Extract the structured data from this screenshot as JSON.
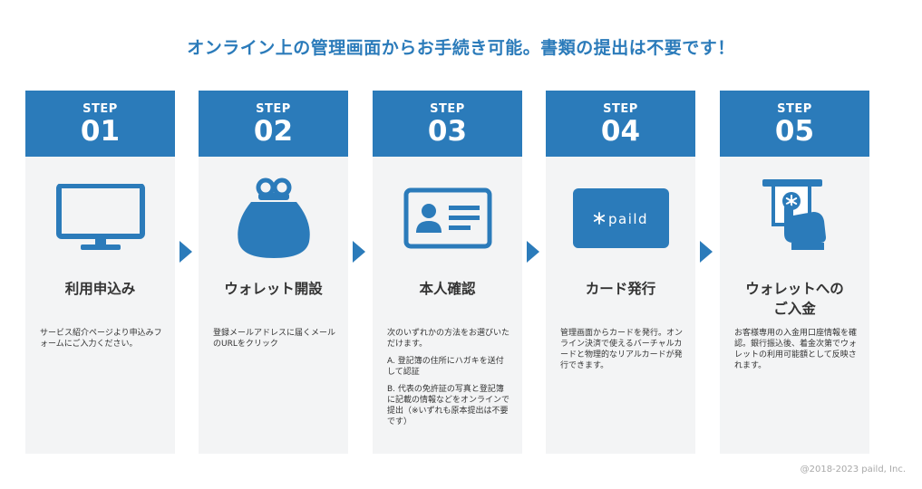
{
  "headline": "オンライン上の管理画面からお手続き可能。書類の提出は不要です！",
  "steps": [
    {
      "step_word": "STEP",
      "number": "01",
      "icon": "monitor-icon",
      "title": "利用申込み",
      "desc": [
        "サービス紹介ページより申込みフォームにご入力ください。"
      ]
    },
    {
      "step_word": "STEP",
      "number": "02",
      "icon": "wallet-purse-icon",
      "title": "ウォレット開設",
      "desc": [
        "登録メールアドレスに届くメールのURLをクリック"
      ]
    },
    {
      "step_word": "STEP",
      "number": "03",
      "icon": "id-card-icon",
      "title": "本人確認",
      "desc": [
        "次のいずれかの方法をお選びいただけます。",
        "A. 登記簿の住所にハガキを送付して認証",
        "B. 代表の免許証の写真と登記簿に記載の情報などをオンラインで提出（※いずれも原本提出は不要です）"
      ]
    },
    {
      "step_word": "STEP",
      "number": "04",
      "icon": "paild-card-icon",
      "card_logo": "paild",
      "title": "カード発行",
      "desc": [
        "管理画面からカードを発行。オンライン決済で使えるバーチャルカードと物理的なリアルカードが発行できます。"
      ]
    },
    {
      "step_word": "STEP",
      "number": "05",
      "icon": "atm-deposit-icon",
      "title_line1": "ウォレットへの",
      "title_line2": "ご入金",
      "desc": [
        "お客様専用の入金用口座情報を確認。銀行振込後、着金次第でウォレットの利用可能額として反映されます。"
      ]
    }
  ],
  "copyright": "@2018-2023 paild, Inc.",
  "colors": {
    "primary": "#2b7bba",
    "card_bg": "#f3f4f5",
    "text": "#333333"
  }
}
